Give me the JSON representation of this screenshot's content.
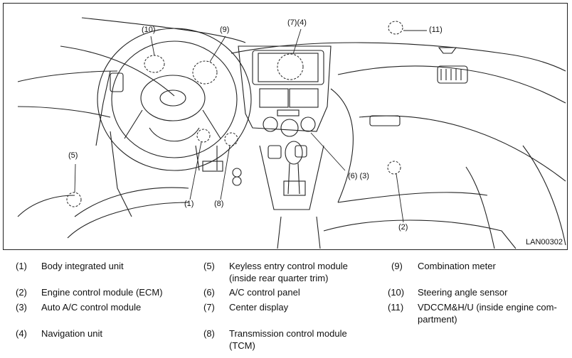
{
  "figure": {
    "code": "LAN00302",
    "callouts": {
      "c1": "(1)",
      "c2": "(2)",
      "c5": "(5)",
      "c6_3": "(6) (3)",
      "c7_4": "(7)(4)",
      "c8": "(8)",
      "c9": "(9)",
      "c10": "(10)",
      "c11": "(11)"
    }
  },
  "legend": {
    "items": [
      {
        "num": "(1)",
        "text": "Body integrated unit"
      },
      {
        "num": "(2)",
        "text": "Engine control module (ECM)"
      },
      {
        "num": "(3)",
        "text": "Auto A/C control module"
      },
      {
        "num": "(4)",
        "text": "Navigation unit"
      },
      {
        "num": "(5)",
        "text": "Keyless entry control module\n(inside rear quarter trim)"
      },
      {
        "num": "(6)",
        "text": "A/C control panel"
      },
      {
        "num": "(7)",
        "text": "Center display"
      },
      {
        "num": "(8)",
        "text": "Transmission control module\n(TCM)"
      },
      {
        "num": "(9)",
        "text": "Combination meter"
      },
      {
        "num": "(10)",
        "text": "Steering angle sensor"
      },
      {
        "num": "(11)",
        "text": "VDCCM&H/U (inside engine com-\npartment)"
      }
    ]
  }
}
